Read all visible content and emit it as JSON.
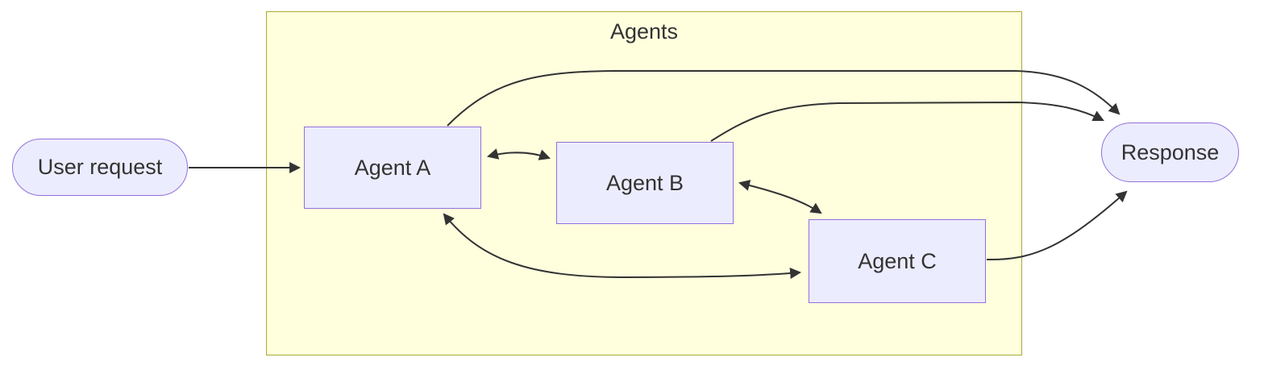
{
  "diagram": {
    "type": "flowchart",
    "direction": "left-to-right",
    "container": {
      "label": "Agents",
      "members": [
        "agent_a",
        "agent_b",
        "agent_c"
      ]
    },
    "nodes": {
      "user_request": {
        "label": "User request",
        "shape": "stadium"
      },
      "agent_a": {
        "label": "Agent A",
        "shape": "rectangle"
      },
      "agent_b": {
        "label": "Agent B",
        "shape": "rectangle"
      },
      "agent_c": {
        "label": "Agent C",
        "shape": "rectangle"
      },
      "response": {
        "label": "Response",
        "shape": "stadium"
      }
    },
    "edges": [
      {
        "from": "user_request",
        "to": "agent_a",
        "direction": "one-way"
      },
      {
        "from": "agent_a",
        "to": "agent_b",
        "direction": "two-way"
      },
      {
        "from": "agent_b",
        "to": "agent_c",
        "direction": "two-way"
      },
      {
        "from": "agent_a",
        "to": "agent_c",
        "direction": "two-way"
      },
      {
        "from": "agent_a",
        "to": "response",
        "direction": "one-way"
      },
      {
        "from": "agent_b",
        "to": "response",
        "direction": "one-way"
      },
      {
        "from": "agent_c",
        "to": "response",
        "direction": "one-way"
      }
    ],
    "colors": {
      "node_fill": "#ECECFF",
      "node_border": "#9370DB",
      "container_fill": "#FFFFDE",
      "container_border": "#AAAA33",
      "edge": "#333333",
      "text": "#333333"
    }
  }
}
